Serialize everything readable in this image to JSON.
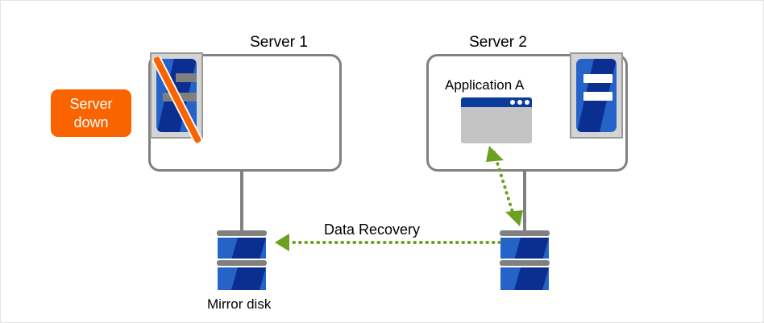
{
  "diagram": {
    "title": "Server failover / data recovery diagram",
    "colors": {
      "accent_orange": "#FA6400",
      "server_blue": "#2563c9",
      "server_blue_dark": "#0b2f91",
      "arrow_green": "#6aa121",
      "outline_gray": "#808080",
      "window_gray": "#c3c3c3",
      "titlebar_blue": "#0b3b9b"
    }
  },
  "badge": {
    "line1": "Server",
    "line2": "down"
  },
  "server1": {
    "title": "Server 1",
    "icon_name": "server-unit-icon-disabled",
    "status": "down"
  },
  "server2": {
    "title": "Server 2",
    "app_label": "Application A",
    "icon_name": "server-unit-icon",
    "window_dots": 3,
    "status": "active"
  },
  "disks": {
    "mirror": {
      "label": "Mirror disk",
      "icon_name": "disk-stack-icon"
    },
    "primary": {
      "label": "",
      "icon_name": "disk-stack-icon"
    }
  },
  "arrows": {
    "data_recovery": {
      "label": "Data Recovery",
      "direction": "right-to-left",
      "style": "dotted"
    },
    "app_disk_link": {
      "label": "",
      "direction": "bidirectional",
      "style": "dotted"
    }
  }
}
